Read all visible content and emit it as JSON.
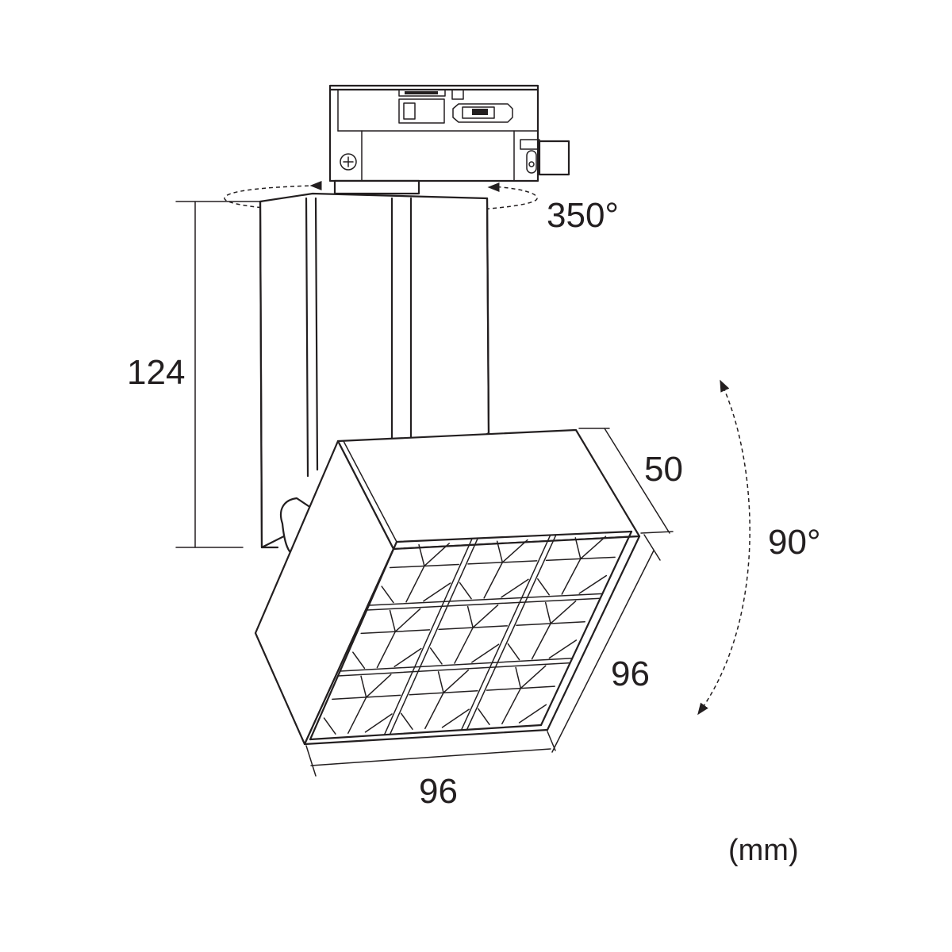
{
  "dimensions": {
    "height": "124",
    "depth": "50",
    "side": "96",
    "width": "96"
  },
  "angles": {
    "rotation": "350°",
    "tilt": "90°"
  },
  "unit": "(mm)"
}
